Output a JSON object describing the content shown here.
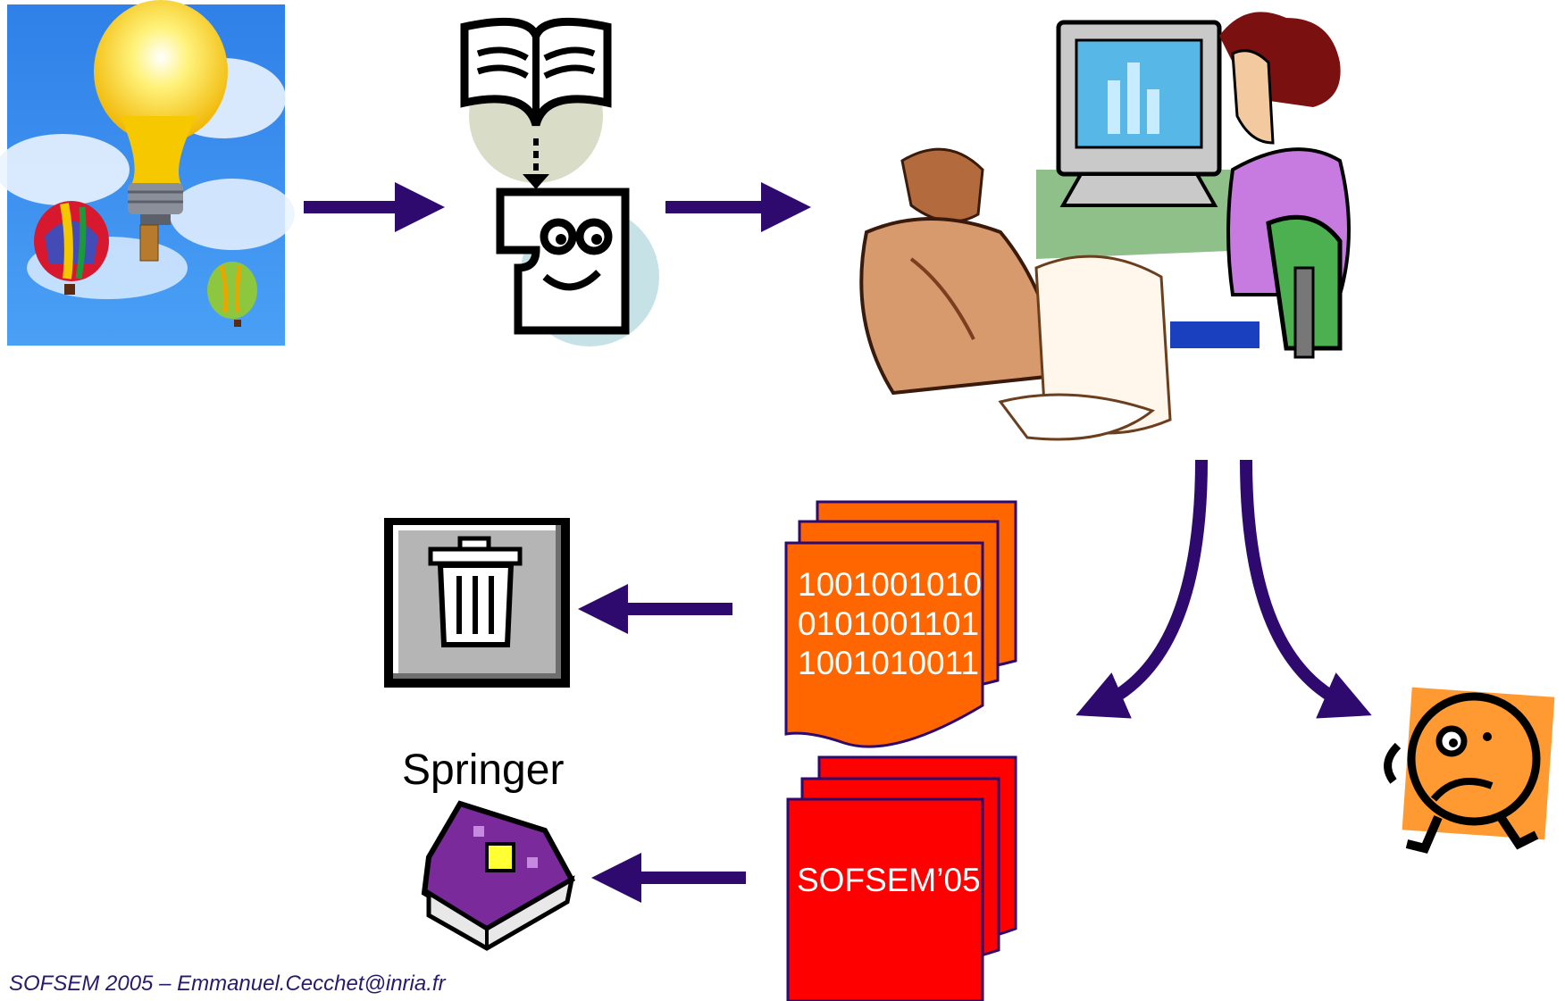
{
  "doc_pages": {
    "binary_lines": [
      "1001001010",
      "0101001101",
      "1001010011"
    ],
    "proceedings_label": "SOFSEM’05"
  },
  "publisher_label": "Springer",
  "footer_text": "SOFSEM 2005 – Emmanuel.Cecchet@inria.fr",
  "colors": {
    "arrow": "#2e0a6e",
    "binary_doc": "#ff6600",
    "proceedings_doc": "#ff0000",
    "sky": "#3b82f6",
    "footer": "#2a1a6e"
  },
  "icons": [
    "lightbulb-balloons-icon",
    "book-reader-icon",
    "office-workers-icon",
    "trash-can-icon",
    "spellbook-icon",
    "sad-face-icon"
  ]
}
